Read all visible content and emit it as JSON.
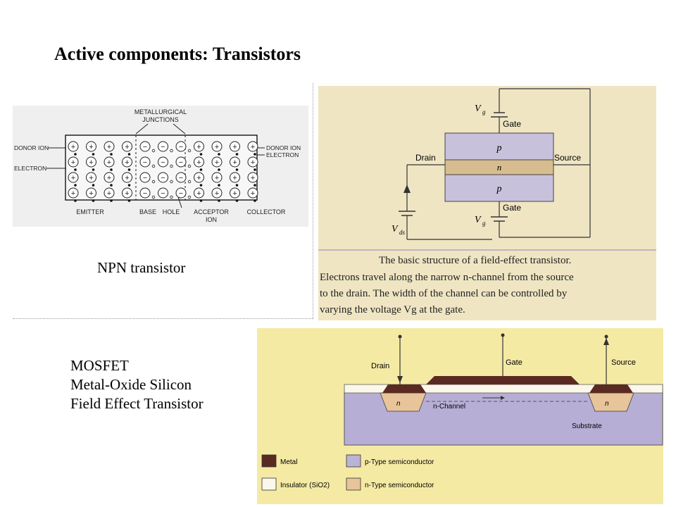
{
  "title": "Active components: Transistors",
  "npn": {
    "caption": "NPN transistor",
    "labels": {
      "junctions_1": "METALLURGICAL",
      "junctions_2": "JUNCTIONS",
      "donor_ion_left": "DONOR ION",
      "electron_left": "ELECTRON",
      "donor_ion_right": "DONOR ION",
      "electron_right": "ELECTRON",
      "emitter": "EMITTER",
      "base": "BASE",
      "hole": "HOLE",
      "acceptor_1": "ACCEPTOR",
      "acceptor_2": "ION",
      "collector": "COLLECTOR"
    }
  },
  "fet": {
    "labels": {
      "vg_top": "V",
      "vg_sub": "g",
      "gate_top": "Gate",
      "drain": "Drain",
      "source": "Source",
      "p_top": "p",
      "n_mid": "n",
      "p_bottom": "p",
      "gate_bottom": "Gate",
      "vg_bottom": "V",
      "vg_bottom_sub": "g",
      "vds": "V",
      "vds_sub": "ds"
    },
    "caption_lines": [
      "The basic structure of a field-effect transistor.",
      "Electrons travel along the narrow n-channel from the source",
      "to the drain. The width of the channel can be controlled by",
      "varying the voltage Vg at the gate."
    ]
  },
  "mosfet": {
    "text_lines": [
      "MOSFET",
      "Metal-Oxide Silicon",
      "Field Effect Transistor"
    ],
    "labels": {
      "drain": "Drain",
      "gate": "Gate",
      "source": "Source",
      "n_left": "n",
      "n_right": "n",
      "channel": "n-Channel",
      "substrate": "Substrate"
    },
    "legend": [
      {
        "label": "Metal",
        "color": "#5a2a22"
      },
      {
        "label": "p-Type semiconductor",
        "color": "#b9b3d6"
      },
      {
        "label": "Insulator (SiO2)",
        "color": "#fbf7ea"
      },
      {
        "label": "n-Type semiconductor",
        "color": "#e8c49a"
      }
    ]
  },
  "colors": {
    "fet_bg": "#efe5c3",
    "fet_p": "#c7c1dc",
    "fet_n": "#d7bc8f",
    "mos_bg": "#f5eaa4",
    "mos_substrate": "#b7aed6"
  }
}
